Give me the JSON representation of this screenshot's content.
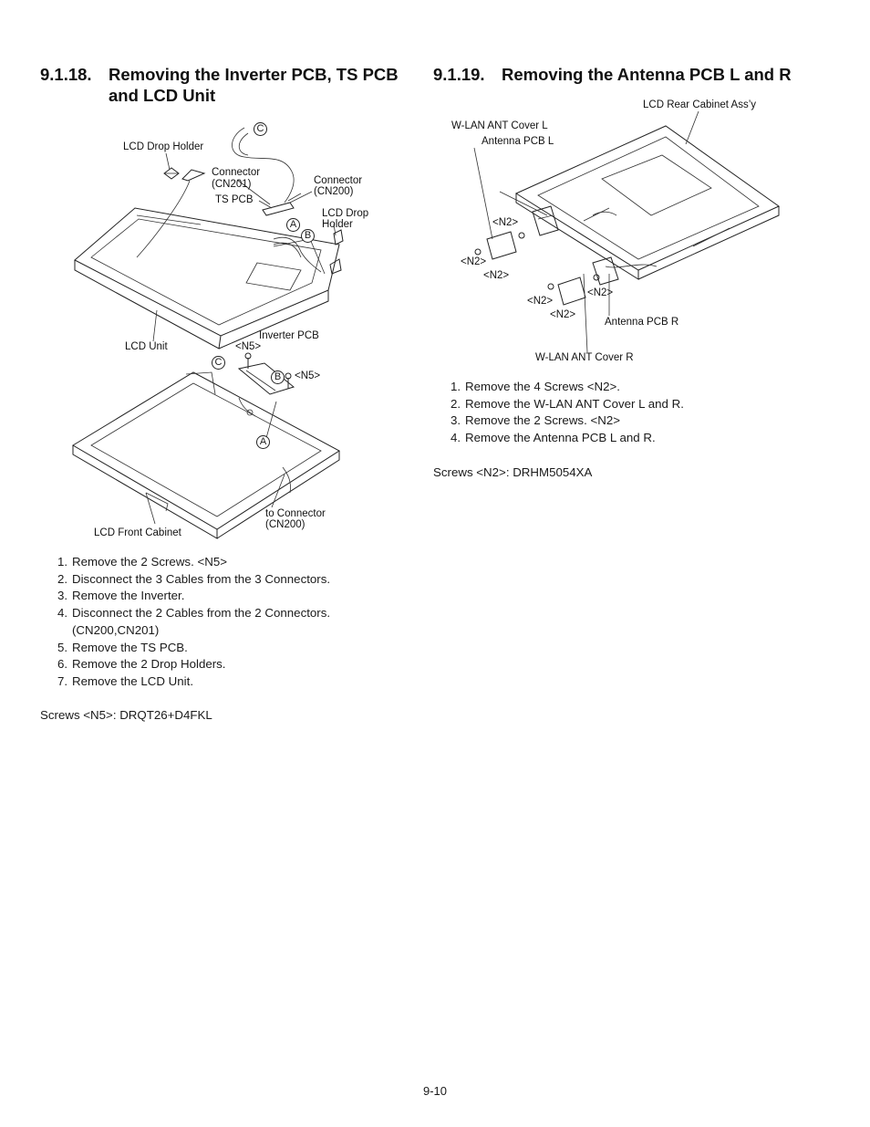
{
  "left_section": {
    "number": "9.1.18.",
    "title_line1": "Removing the Inverter PCB, TS PCB",
    "title_line2": "and LCD Unit",
    "figure_labels": {
      "lcd_drop_holder": "LCD Drop Holder",
      "connector_cn201_a": "Connector",
      "connector_cn201_b": "(CN201)",
      "connector_cn200_a": "Connector",
      "connector_cn200_b": "(CN200)",
      "ts_pcb": "TS PCB",
      "lcd_drop_holder2_a": "LCD Drop",
      "lcd_drop_holder2_b": "Holder",
      "lcd_unit": "LCD Unit",
      "inverter_pcb": "Inverter PCB",
      "n5_top": "<N5>",
      "n5_right": "<N5>",
      "lcd_front_cabinet": "LCD Front Cabinet",
      "to_connector_a": "to Connector",
      "to_connector_b": "(CN200)",
      "mark_a": "A",
      "mark_b": "B",
      "mark_c": "C"
    },
    "steps": [
      {
        "n": "1.",
        "text": "Remove the 2 Screws. <N5>"
      },
      {
        "n": "2.",
        "text": "Disconnect the 3 Cables from the 3 Connectors."
      },
      {
        "n": "3.",
        "text": "Remove the Inverter."
      },
      {
        "n": "4.",
        "text": "Disconnect the 2 Cables from the 2 Connectors."
      },
      {
        "n": "",
        "text": "(CN200,CN201)"
      },
      {
        "n": "5.",
        "text": "Remove the TS PCB."
      },
      {
        "n": "6.",
        "text": "Remove the 2 Drop Holders."
      },
      {
        "n": "7.",
        "text": "Remove the LCD Unit."
      }
    ],
    "screws": "Screws <N5>: DRQT26+D4FKL"
  },
  "right_section": {
    "number": "9.1.19.",
    "title": "Removing the Antenna PCB L and R",
    "figure_labels": {
      "lcd_rear_cabinet": "LCD Rear Cabinet Ass’y",
      "wlan_cover_l": "W-LAN ANT Cover L",
      "antenna_pcb_l": "Antenna PCB L",
      "n2_1": "<N2>",
      "n2_2": "<N2>",
      "n2_3": "<N2>",
      "n2_4": "<N2>",
      "n2_5": "<N2>",
      "n2_6": "<N2>",
      "antenna_pcb_r": "Antenna PCB R",
      "wlan_cover_r": "W-LAN ANT Cover R"
    },
    "steps": [
      {
        "n": "1.",
        "text": "Remove the 4 Screws <N2>."
      },
      {
        "n": "2.",
        "text": "Remove the W-LAN ANT Cover L and R."
      },
      {
        "n": "3.",
        "text": "Remove the 2 Screws. <N2>"
      },
      {
        "n": "4.",
        "text": "Remove the Antenna PCB L and R."
      }
    ],
    "screws": "Screws <N2>: DRHM5054XA"
  },
  "page_number": "9-10"
}
